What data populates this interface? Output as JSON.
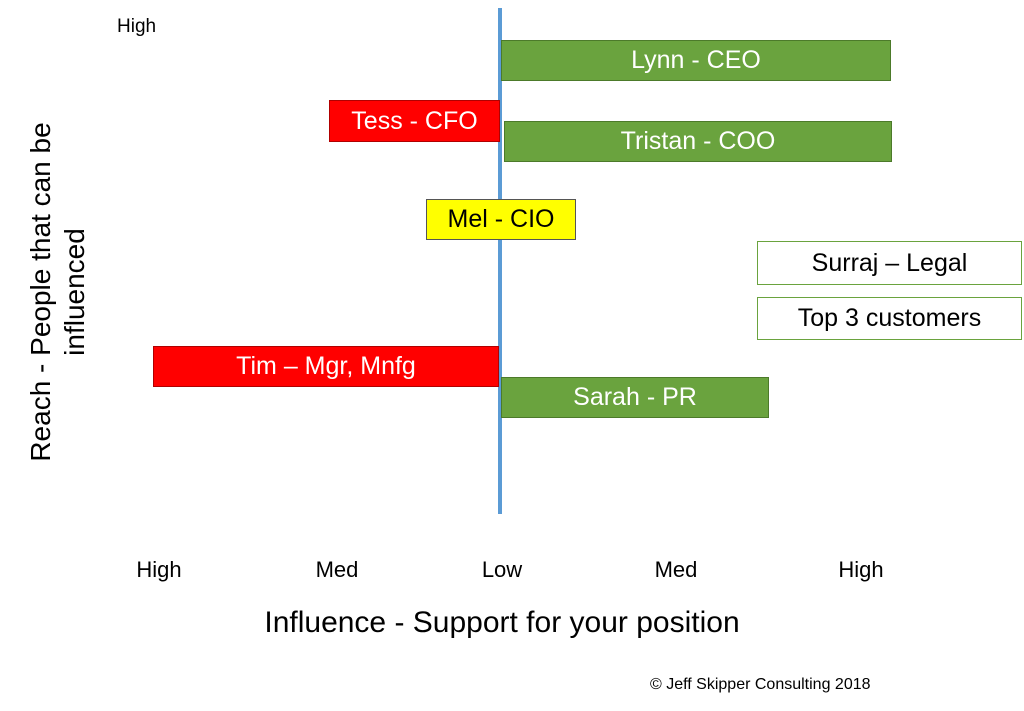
{
  "y_axis": {
    "top_label": "High",
    "title_line1": "Reach - People that can be",
    "title_line2": "influenced"
  },
  "x_axis": {
    "ticks": [
      "High",
      "Med",
      "Low",
      "Med",
      "High"
    ],
    "title": "Influence - Support for your position"
  },
  "stakeholders": [
    {
      "label": "Lynn - CEO",
      "fill": "green"
    },
    {
      "label": "Tess - CFO",
      "fill": "red"
    },
    {
      "label": "Tristan - COO",
      "fill": "green"
    },
    {
      "label": "Mel - CIO",
      "fill": "yellow"
    },
    {
      "label": "Surraj – Legal",
      "fill": "outline"
    },
    {
      "label": "Top 3 customers",
      "fill": "outline"
    },
    {
      "label": "Tim – Mgr, Mnfg",
      "fill": "red"
    },
    {
      "label": "Sarah - PR",
      "fill": "green"
    }
  ],
  "colors": {
    "support_green": "#6aa33e",
    "opposition_red": "#ff0000",
    "neutral_yellow": "#ffff00",
    "axis_blue": "#5b9bd5"
  },
  "copyright": "© Jeff Skipper Consulting 2018"
}
